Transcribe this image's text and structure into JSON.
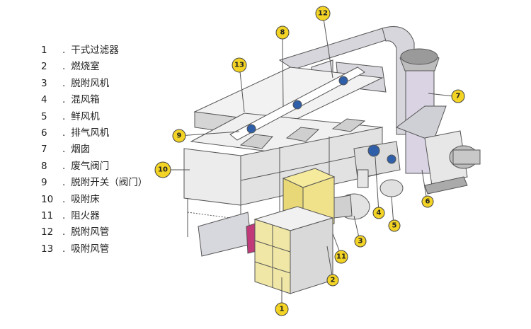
{
  "legend": [
    {
      "num": "1",
      "label": "干式过滤器"
    },
    {
      "num": "2",
      "label": "燃烧室"
    },
    {
      "num": "3",
      "label": "脱附风机"
    },
    {
      "num": "4",
      "label": "混风箱"
    },
    {
      "num": "5",
      "label": "鲜风机"
    },
    {
      "num": "6",
      "label": "排气风机"
    },
    {
      "num": "7",
      "label": "烟囱"
    },
    {
      "num": "8",
      "label": "废气阀门"
    },
    {
      "num": "9",
      "label": "脱附开关（阀门）"
    },
    {
      "num": "10",
      "label": "吸附床"
    },
    {
      "num": "11",
      "label": "阻火器"
    },
    {
      "num": "12",
      "label": "脱附风管"
    },
    {
      "num": "13",
      "label": "吸附风管"
    }
  ],
  "callouts": [
    "1",
    "2",
    "3",
    "4",
    "5",
    "6",
    "7",
    "8",
    "9",
    "10",
    "11",
    "12",
    "13"
  ],
  "colors": {
    "callout_fill": "#f3d324",
    "frame_stroke": "#555555",
    "panel_face": "#ececec",
    "panel_shade": "#c9c9c9",
    "duct": "#d6d6dc",
    "chimney": "#d9d3e3",
    "filter_yellow": "#f0e7a6",
    "valve_blue": "#2e5fa8"
  }
}
